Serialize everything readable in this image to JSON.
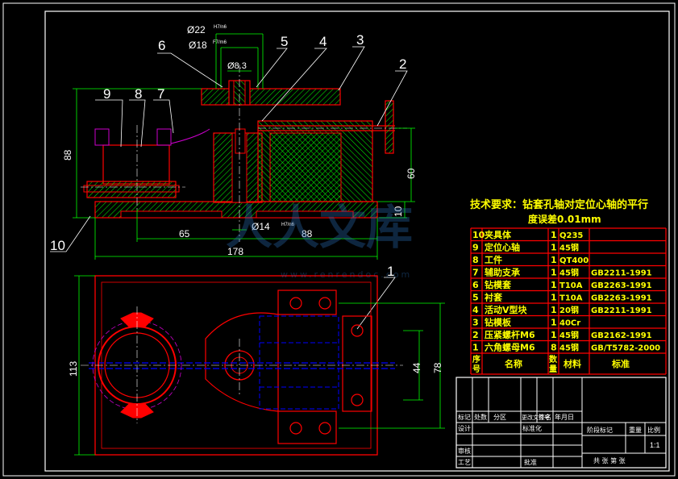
{
  "colors": {
    "background": "#000000",
    "border": "#ffffff",
    "outline": "#ff0000",
    "hatch": "#00ff00",
    "dimension": "#00ff00",
    "centerline": "#ffffff",
    "hidden": "#0000ff",
    "aux": "#cc00cc",
    "text_yellow": "#ffff00",
    "text_white": "#ffffff"
  },
  "balloons": [
    "1",
    "2",
    "3",
    "4",
    "5",
    "6",
    "7",
    "8",
    "9",
    "10"
  ],
  "dimensions": {
    "d22": "Ø22",
    "d22_fit": "H7/n6",
    "d18": "Ø18",
    "d18_fit": "F7/m6",
    "d8": "Ø8.3",
    "d14": "Ø14",
    "d14_fit": "H7/n6",
    "h88": "88",
    "h60": "60",
    "h10": "10",
    "w65": "65",
    "w88": "88",
    "w178": "178",
    "h113": "113",
    "h78": "78",
    "h44": "44"
  },
  "tech_req": {
    "line1": "技术要求：钻套孔轴对定位心轴的平行",
    "line2": "度误差0.01mm"
  },
  "bom": {
    "rows": [
      {
        "no": "10",
        "name": "夹具体",
        "qty": "1",
        "material": "Q235",
        "standard": ""
      },
      {
        "no": "9",
        "name": "定位心轴",
        "qty": "1",
        "material": "45钢",
        "standard": ""
      },
      {
        "no": "8",
        "name": "工件",
        "qty": "1",
        "material": "QT400",
        "standard": ""
      },
      {
        "no": "7",
        "name": "辅助支承",
        "qty": "1",
        "material": "45钢",
        "standard": "GB2211-1991"
      },
      {
        "no": "6",
        "name": "钻模套",
        "qty": "1",
        "material": "T10A",
        "standard": "GB2263-1991"
      },
      {
        "no": "5",
        "name": "衬套",
        "qty": "1",
        "material": "T10A",
        "standard": "GB2263-1991"
      },
      {
        "no": "4",
        "name": "活动V型块",
        "qty": "1",
        "material": "20钢",
        "standard": "GB2211-1991"
      },
      {
        "no": "3",
        "name": "钻模板",
        "qty": "1",
        "material": "40Cr",
        "standard": ""
      },
      {
        "no": "2",
        "name": "压紧螺杆M6",
        "qty": "1",
        "material": "45钢",
        "standard": "GB2162-1991"
      },
      {
        "no": "1",
        "name": "六角螺母M6",
        "qty": "8",
        "material": "45钢",
        "standard": "GB/T5782-2000"
      }
    ],
    "header": {
      "no": "序号",
      "name": "名称",
      "qty": "数量",
      "material": "材料",
      "standard": "标准"
    }
  },
  "title_block": {
    "r1": [
      "标记",
      "处数",
      "分区",
      "更改文件号",
      "签名",
      "年月日"
    ],
    "design": "设计",
    "standardize": "标准化",
    "review": "审核",
    "process": "工艺",
    "approve": "批准",
    "stage": "阶段标记",
    "weight": "重量",
    "scale": "比例",
    "scale_value": "1:1",
    "sheets": "共 张 第 张"
  },
  "watermark": {
    "text": "人人文库",
    "url": "www.renrendoc.com"
  }
}
